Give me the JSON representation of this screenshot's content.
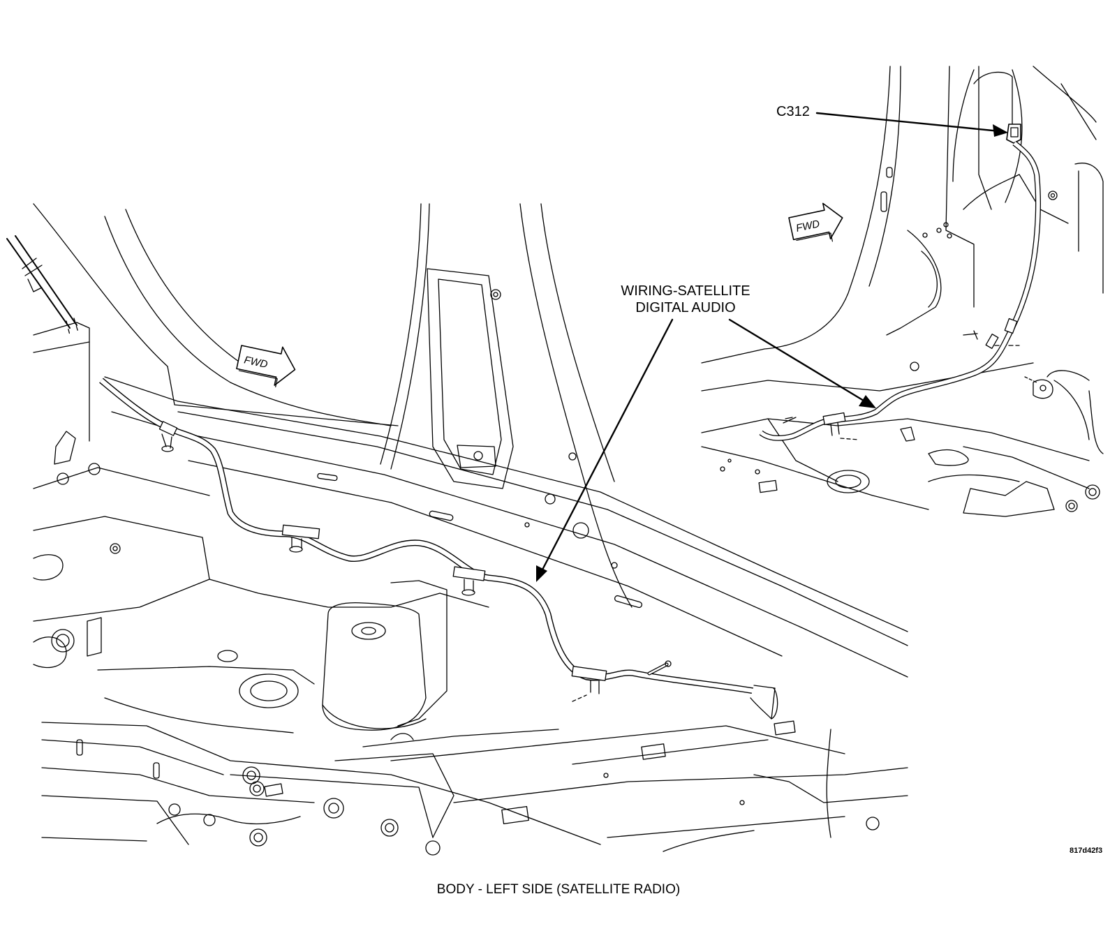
{
  "labels": {
    "c312": "C312",
    "wiring_line1": "WIRING-SATELLITE",
    "wiring_line2": "DIGITAL AUDIO",
    "fwd_main": "FWD",
    "fwd_inset": "FWD",
    "caption": "BODY - LEFT SIDE  (SATELLITE RADIO)",
    "figure_code": "817d42f3"
  },
  "colors": {
    "line": "#000000",
    "fill": "#ffffff"
  }
}
